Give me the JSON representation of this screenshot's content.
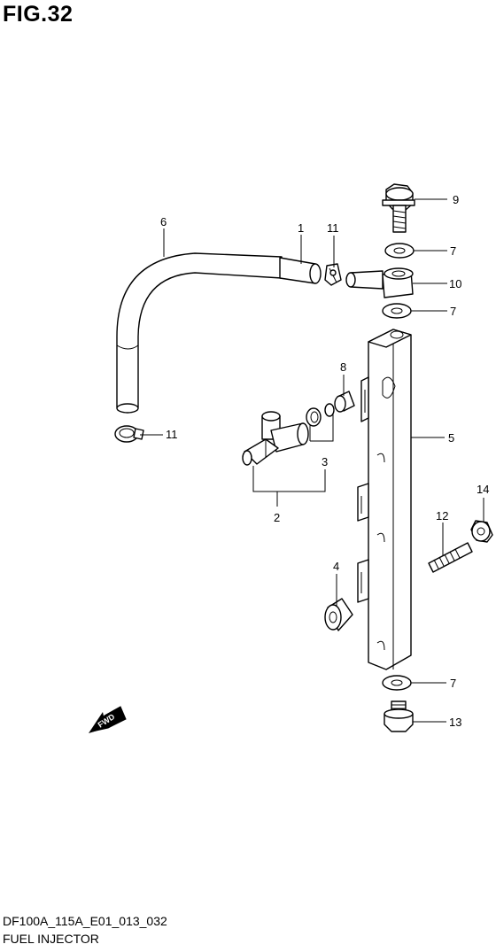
{
  "figure": {
    "title": "FIG.32"
  },
  "callouts": [
    {
      "id": "c1",
      "num": "1"
    },
    {
      "id": "c2",
      "num": "2"
    },
    {
      "id": "c3",
      "num": "3"
    },
    {
      "id": "c4",
      "num": "4"
    },
    {
      "id": "c5",
      "num": "5"
    },
    {
      "id": "c6",
      "num": "6"
    },
    {
      "id": "c7a",
      "num": "7"
    },
    {
      "id": "c7b",
      "num": "7"
    },
    {
      "id": "c7c",
      "num": "7"
    },
    {
      "id": "c8",
      "num": "8"
    },
    {
      "id": "c9",
      "num": "9"
    },
    {
      "id": "c10",
      "num": "10"
    },
    {
      "id": "c11a",
      "num": "11"
    },
    {
      "id": "c11b",
      "num": "11"
    },
    {
      "id": "c12",
      "num": "12"
    },
    {
      "id": "c13",
      "num": "13"
    },
    {
      "id": "c14",
      "num": "14"
    }
  ],
  "fwd_label": "FWD",
  "footer": {
    "code": "DF100A_115A_E01_013_032",
    "name": "FUEL INJECTOR"
  }
}
